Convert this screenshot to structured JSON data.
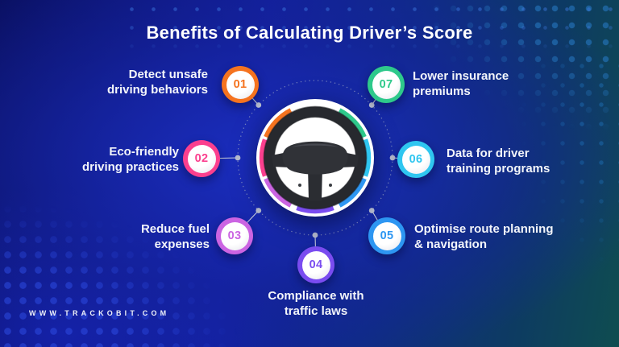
{
  "title": "Benefits of Calculating Driver’s Score",
  "brand": {
    "website": "WWW.TRACKOBIT.COM"
  },
  "center": {
    "icon": "steering-wheel"
  },
  "benefits": [
    {
      "number": "01",
      "lines": [
        "Detect unsafe",
        "driving behaviors"
      ],
      "color": "#f5731f"
    },
    {
      "number": "02",
      "lines": [
        "Eco-friendly",
        "driving practices"
      ],
      "color": "#fb3f8e"
    },
    {
      "number": "03",
      "lines": [
        "Reduce fuel",
        "expenses"
      ],
      "color": "#cb64e2"
    },
    {
      "number": "04",
      "lines": [
        "Compliance with",
        "traffic laws"
      ],
      "color": "#7a4cf0"
    },
    {
      "number": "05",
      "lines": [
        "Optimise route planning",
        "& navigation"
      ],
      "color": "#2d96f2"
    },
    {
      "number": "06",
      "lines": [
        "Data for driver",
        "training programs"
      ],
      "color": "#2fc6f0"
    },
    {
      "number": "07",
      "lines": [
        "Lower insurance",
        "premiums"
      ],
      "color": "#2ec98b"
    }
  ]
}
